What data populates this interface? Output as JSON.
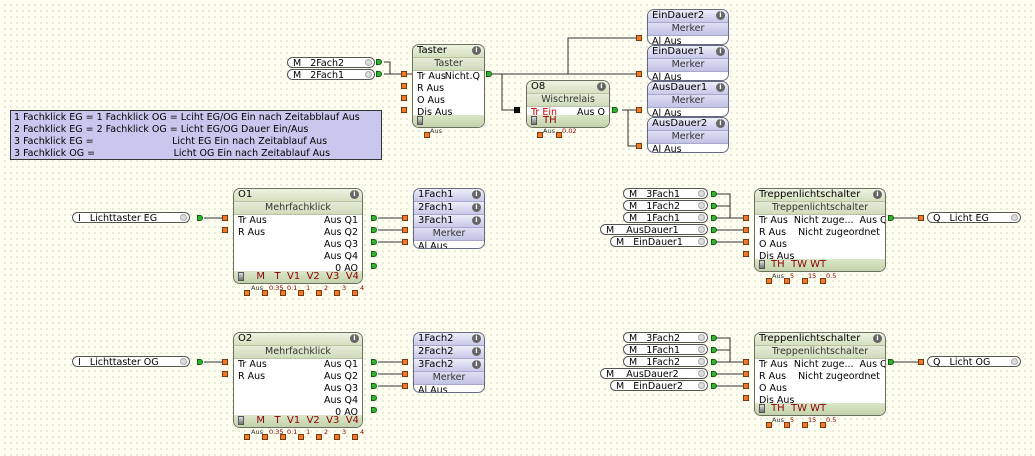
{
  "note": {
    "lines": [
      "1 Fachklick EG = 1 Fachklick OG = Lciht EG/OG Ein nach Zeitabblauf Aus",
      "2 Fachklick EG = 2 Fachklick OG = Licht EG/OG Dauer Ein/Aus",
      "3 Fachklick EG =                          Licht EG Ein nach Zeitablauf Aus",
      "3 Fachklick OG =                          Licht OG Ein nach Zeitablauf Aus"
    ]
  },
  "taster": {
    "title": "Taster",
    "type": "Taster",
    "rows": [
      "Tr Aus",
      "R Aus",
      "O Aus",
      "Dis Aus"
    ],
    "output": "Nicht.Q",
    "inputs": [
      {
        "kind": "M",
        "name": "2Fach2"
      },
      {
        "kind": "M",
        "name": "2Fach1"
      }
    ],
    "param": "Aus"
  },
  "wisch": {
    "title": "O8",
    "type": "Wischrelais",
    "input": "Tr Ein",
    "output": "Aus Q",
    "footer": "TH",
    "params": [
      "Aus",
      "0.02"
    ]
  },
  "merker_top": [
    {
      "title": "EinDauer2",
      "type": "Merker",
      "row": "Al Aus"
    },
    {
      "title": "EinDauer1",
      "type": "Merker",
      "row": "Al Aus"
    },
    {
      "title": "AusDauer1",
      "type": "Merker",
      "row": "Al Aus"
    },
    {
      "title": "AusDauer2",
      "type": "Merker",
      "row": "Al Aus"
    }
  ],
  "multi": [
    {
      "title": "O1",
      "type": "Mehrfachklick",
      "input_pill": {
        "kind": "I",
        "name": "Lichttaster EG"
      },
      "inputs": [
        "Tr Aus",
        "R Aus"
      ],
      "outputs": [
        "Aus Q1",
        "Aus Q2",
        "Aus Q3",
        "Aus Q4",
        "0 AQ"
      ],
      "footer": [
        "M",
        "T",
        "V1",
        "V2",
        "V3",
        "V4"
      ],
      "params": [
        "Aus",
        "0.35",
        "0.1",
        "1",
        "2",
        "3",
        "4"
      ],
      "merker": {
        "names": [
          "1Fach1",
          "2Fach1",
          "3Fach1"
        ],
        "type": "Merker",
        "row": "Al Aus"
      }
    },
    {
      "title": "O2",
      "type": "Mehrfachklick",
      "input_pill": {
        "kind": "I",
        "name": "Lichttaster OG"
      },
      "inputs": [
        "Tr Aus",
        "R Aus"
      ],
      "outputs": [
        "Aus Q1",
        "Aus Q2",
        "Aus Q3",
        "Aus Q4",
        "0 AQ"
      ],
      "footer": [
        "M",
        "T",
        "V1",
        "V2",
        "V3",
        "V4"
      ],
      "params": [
        "Aus",
        "0.35",
        "0.1",
        "1",
        "2",
        "3",
        "4"
      ],
      "merker": {
        "names": [
          "1Fach2",
          "2Fach2",
          "3Fach2"
        ],
        "type": "Merker",
        "row": "Al Aus"
      }
    }
  ],
  "treppen": [
    {
      "title": "Treppenlichtschalter",
      "type": "Treppenlichtschalter",
      "rows": [
        "Tr Aus  Nicht zuge...  Aus Q",
        "R Aus    Nicht zugeordnet",
        "O Aus",
        "Dis Aus"
      ],
      "footer": "TH  TW WT",
      "params": [
        "Aus",
        "5",
        "15",
        "0.5"
      ],
      "inputs": [
        {
          "kind": "M",
          "name": "3Fach1"
        },
        {
          "kind": "M",
          "name": "1Fach2"
        },
        {
          "kind": "M",
          "name": "1Fach1"
        },
        {
          "kind": "M",
          "name": "AusDauer1"
        },
        {
          "kind": "M",
          "name": "EinDauer1"
        }
      ],
      "output_pill": {
        "kind": "Q",
        "name": "Licht EG"
      }
    },
    {
      "title": "Treppenlichtschalter",
      "type": "Treppenlichtschalter",
      "rows": [
        "Tr Aus  Nicht zuge...  Aus Q",
        "R Aus    Nicht zugeordnet",
        "O Aus",
        "Dis Aus"
      ],
      "footer": "TH  TW WT",
      "params": [
        "Aus",
        "5",
        "15",
        "0.5"
      ],
      "inputs": [
        {
          "kind": "M",
          "name": "3Fach2"
        },
        {
          "kind": "M",
          "name": "1Fach1"
        },
        {
          "kind": "M",
          "name": "1Fach2"
        },
        {
          "kind": "M",
          "name": "AusDauer2"
        },
        {
          "kind": "M",
          "name": "EinDauer2"
        }
      ],
      "output_pill": {
        "kind": "Q",
        "name": "Licht OG"
      }
    }
  ],
  "icons": {
    "info": "i"
  }
}
